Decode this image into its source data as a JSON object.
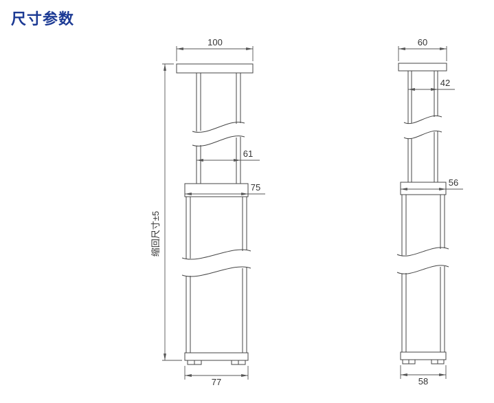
{
  "page": {
    "title": "尺寸参数"
  },
  "colors": {
    "title_text": "#1c3a94",
    "drawing_line": "#444444",
    "dimension_text": "#333333",
    "background": "#ffffff"
  },
  "figures": {
    "left": {
      "dims": {
        "top_width": "100",
        "tube_width": "61",
        "collar_width": "75",
        "base_width": "77",
        "height_label": "缩回尺寸±5"
      }
    },
    "right": {
      "dims": {
        "top_width": "60",
        "tube_width": "42",
        "collar_width": "56",
        "base_width": "58"
      }
    }
  }
}
